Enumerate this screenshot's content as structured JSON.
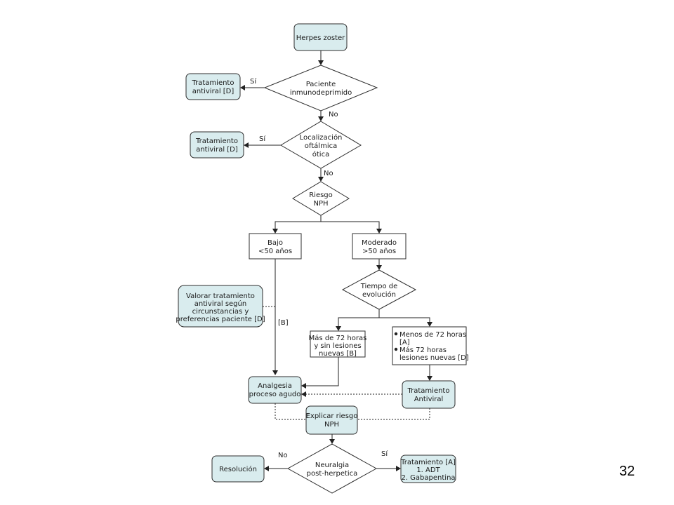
{
  "nodes": {
    "herpes_zoster": [
      "Herpes zoster"
    ],
    "inmunodeprimido": [
      "Paciente",
      "inmunodeprimido"
    ],
    "tratamiento_1": [
      "Tratamiento",
      "antiviral [D]"
    ],
    "localizacion": [
      "Localización",
      "oftálmica",
      "ótica"
    ],
    "tratamiento_2": [
      "Tratamiento",
      "antiviral [D]"
    ],
    "riesgo": [
      "Riesgo",
      "NPH"
    ],
    "bajo": [
      "Bajo",
      "<50 años"
    ],
    "moderado": [
      "Moderado",
      ">50 años"
    ],
    "tiempo": [
      "Tiempo de",
      "evolución"
    ],
    "valorar": [
      "Valorar tratamiento",
      "antiviral según",
      "circunstancias y",
      "preferencias paciente [D]"
    ],
    "mas72": [
      "Más de 72 horas",
      "y sin lesiones",
      "nuevas [B]"
    ],
    "menos72": [
      "Menos de 72 horas",
      "[A]",
      "Más 72 horas",
      "lesiones nuevas [D]"
    ],
    "analgesia": [
      "Analgesia",
      "proceso agudo"
    ],
    "tratamiento_antiviral": [
      "Tratamiento",
      "Antiviral"
    ],
    "explicar": [
      "Explicar riesgo",
      "NPH"
    ],
    "resolucion": [
      "Resolución"
    ],
    "neuralgia": [
      "Neuralgia",
      "post-herpetica"
    ],
    "tratamiento_final": [
      "Tratamiento [A]",
      "1. ADT",
      "2. Gabapentina"
    ]
  },
  "edge_labels": {
    "si_1": "Sí",
    "no_1": "No",
    "si_2": "Sí",
    "no_2": "No",
    "b_evidence": "[B]",
    "no_3": "No",
    "si_3": "Sí"
  },
  "page_number": "32"
}
